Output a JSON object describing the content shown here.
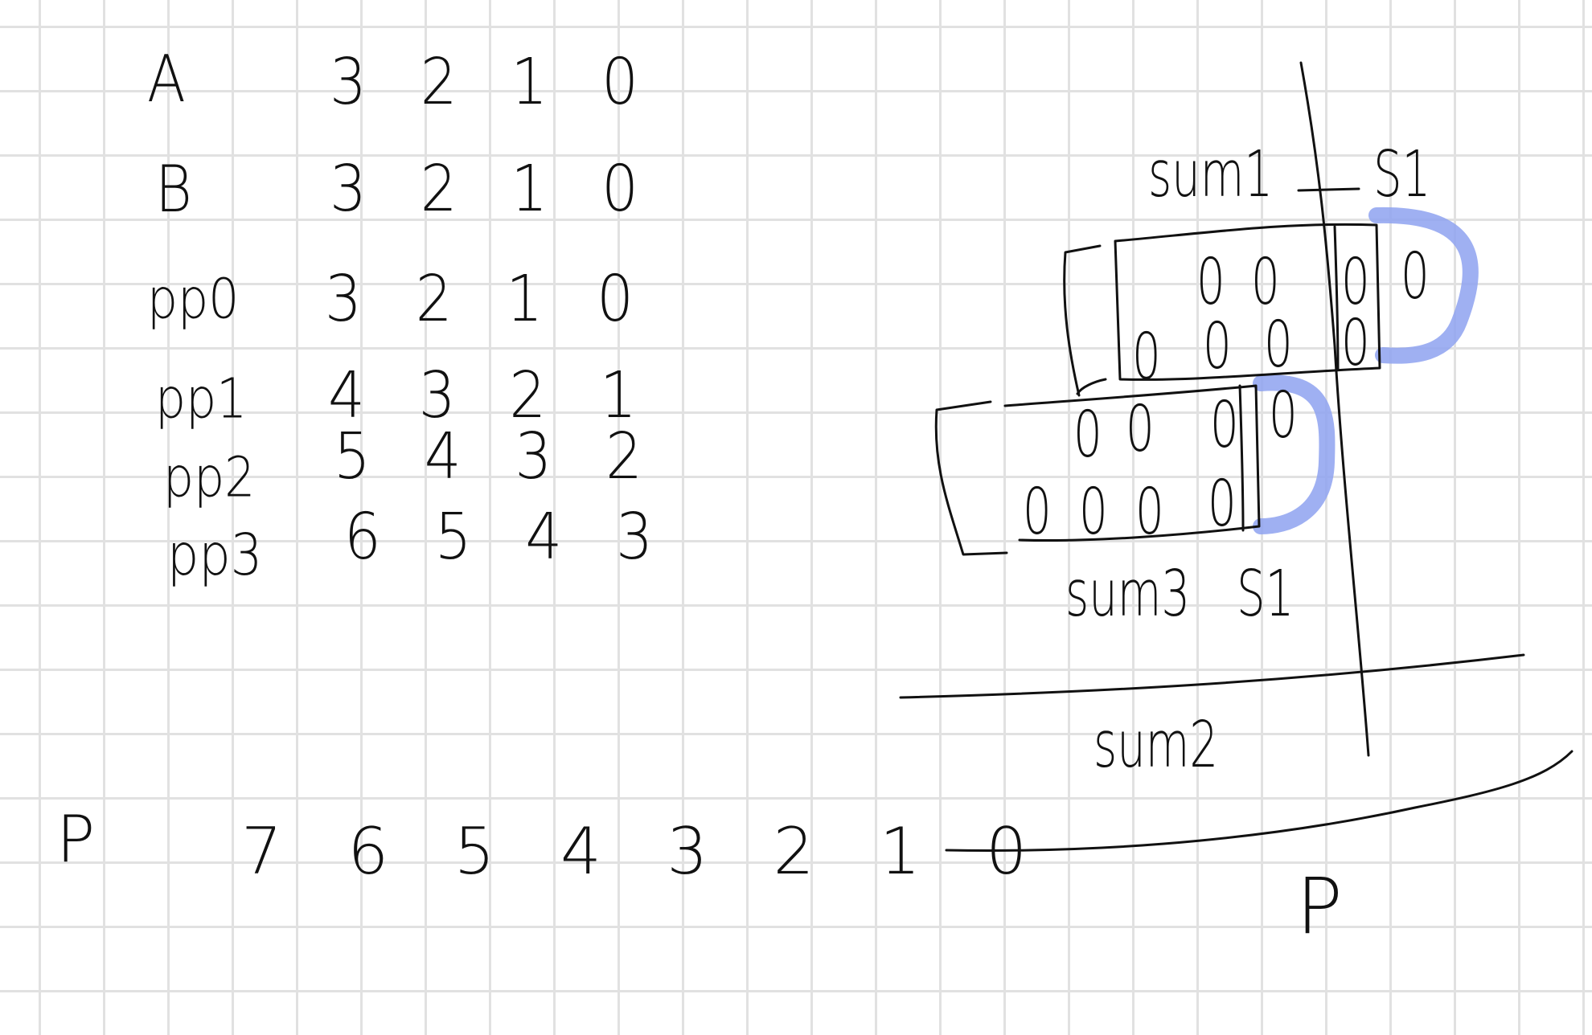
{
  "colors": {
    "ink": "#111111",
    "highlight": "#8ea2f0",
    "grid": "#e1e1e1",
    "paper": "#ffffff"
  },
  "table": {
    "rows": [
      {
        "label": "A",
        "bits": "3 2 1 0"
      },
      {
        "label": "B",
        "bits": "3 2 1 0"
      },
      {
        "label": "pp0",
        "bits": "3 2 1 0"
      },
      {
        "label": "pp1",
        "bits": "4 3 2 1"
      },
      {
        "label": "pp2",
        "bits": "5 4 3 2"
      },
      {
        "label": "pp3",
        "bits": "6 5 4 3"
      }
    ],
    "product": {
      "label": "P",
      "bits": "7 6 5 4 3 2 1 0"
    }
  },
  "diagram": {
    "sum1_label": "sum1",
    "s1_label_top": "S1",
    "top_block_row1": [
      "0",
      "0",
      "0",
      "0"
    ],
    "top_block_row2": [
      "0",
      "0",
      "0",
      "0"
    ],
    "bottom_block_row1": [
      "0",
      "0",
      "0",
      "0"
    ],
    "bottom_block_row2": [
      "0",
      "0",
      "0",
      "0"
    ],
    "sum3_label": "sum3",
    "s1_label_bottom": "S1",
    "sum2_label": "sum2",
    "p_label": "P"
  }
}
